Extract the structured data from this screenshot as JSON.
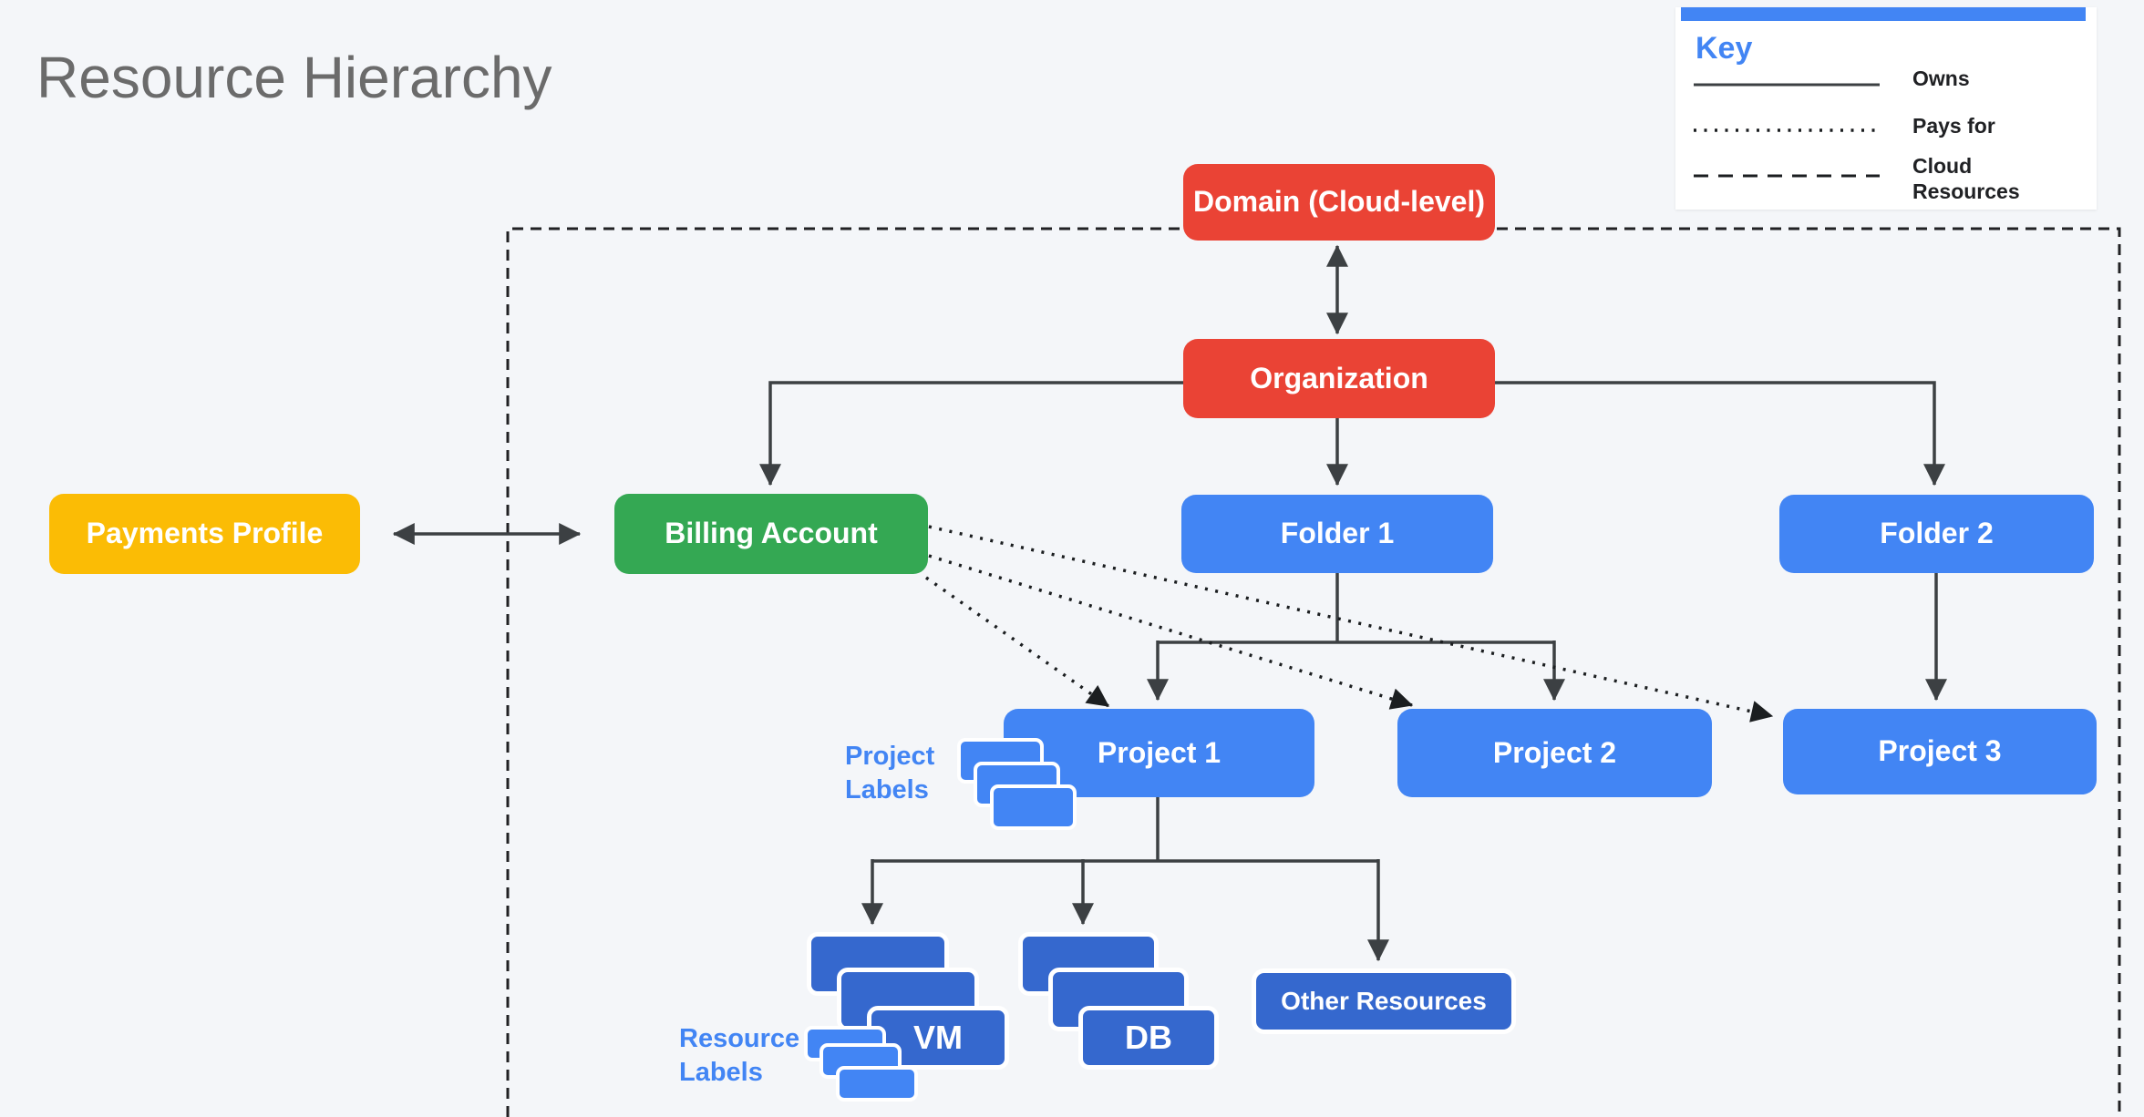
{
  "title": "Resource Hierarchy",
  "key": {
    "heading": "Key",
    "items": [
      {
        "style": "solid",
        "label": "Owns"
      },
      {
        "style": "dotted",
        "label": "Pays for"
      },
      {
        "style": "dashed",
        "label": "Cloud Resources"
      }
    ]
  },
  "nodes": {
    "domain": {
      "label": "Domain (Cloud-level)",
      "color": "#EA4335"
    },
    "organization": {
      "label": "Organization",
      "color": "#EA4335"
    },
    "payments_profile": {
      "label": "Payments Profile",
      "color": "#FBBC05"
    },
    "billing_account": {
      "label": "Billing Account",
      "color": "#34A853"
    },
    "folder1": {
      "label": "Folder 1",
      "color": "#4285F4"
    },
    "folder2": {
      "label": "Folder 2",
      "color": "#4285F4"
    },
    "project1": {
      "label": "Project 1",
      "color": "#4285F4"
    },
    "project2": {
      "label": "Project 2",
      "color": "#4285F4"
    },
    "project3": {
      "label": "Project 3",
      "color": "#4285F4"
    },
    "vm": {
      "label": "VM",
      "color": "#3568CE"
    },
    "db": {
      "label": "DB",
      "color": "#3568CE"
    },
    "other_resources": {
      "label": "Other Resources",
      "color": "#3568CE"
    }
  },
  "annotations": {
    "project_labels": "Project Labels",
    "resource_labels": "Resource Labels"
  },
  "edges": [
    {
      "from": "domain",
      "to": "organization",
      "type": "owns",
      "bidirectional": true
    },
    {
      "from": "organization",
      "to": "billing_account",
      "type": "owns"
    },
    {
      "from": "organization",
      "to": "folder1",
      "type": "owns"
    },
    {
      "from": "organization",
      "to": "folder2",
      "type": "owns"
    },
    {
      "from": "payments_profile",
      "to": "billing_account",
      "type": "owns",
      "bidirectional": true
    },
    {
      "from": "folder1",
      "to": "project1",
      "type": "owns"
    },
    {
      "from": "folder1",
      "to": "project2",
      "type": "owns"
    },
    {
      "from": "folder2",
      "to": "project3",
      "type": "owns"
    },
    {
      "from": "billing_account",
      "to": "project1",
      "type": "pays_for"
    },
    {
      "from": "billing_account",
      "to": "project2",
      "type": "pays_for"
    },
    {
      "from": "billing_account",
      "to": "project3",
      "type": "pays_for"
    },
    {
      "from": "project1",
      "to": "vm",
      "type": "owns"
    },
    {
      "from": "project1",
      "to": "db",
      "type": "owns"
    },
    {
      "from": "project1",
      "to": "other_resources",
      "type": "owns"
    }
  ],
  "colors": {
    "background": "#F4F6F9",
    "red": "#EA4335",
    "yellow": "#FBBC05",
    "green": "#34A853",
    "blue": "#4285F4",
    "dark_blue": "#3568CE",
    "arrow": "#3C4043",
    "boundary": "#212124",
    "title_gray": "#6B6B6B"
  }
}
